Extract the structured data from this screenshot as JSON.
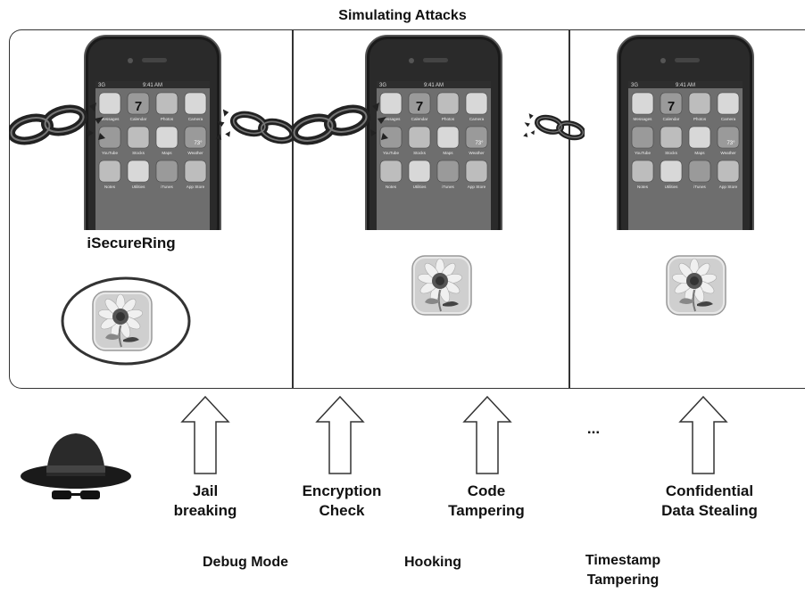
{
  "title": "Simulating Attacks",
  "panel1": {
    "app_label": "iSecureRing"
  },
  "attacks_top": {
    "jailbreaking": "Jail\nbreaking",
    "encryption": "Encryption\nCheck",
    "code_tampering": "Code\nTampering",
    "ellipsis": "...",
    "confidential": "Confidential\nData Stealing"
  },
  "attacks_bottom": {
    "debug_mode": "Debug Mode",
    "hooking": "Hooking",
    "timestamp": "Timestamp\nTampering"
  },
  "phone": {
    "status_left": "3G",
    "status_time": "9:41 AM",
    "calendar_day": "7",
    "weather_temp": "73°",
    "app_names": [
      "Messages",
      "Calendar",
      "Photos",
      "Camera",
      "YouTube",
      "Stocks",
      "Maps",
      "Weather",
      "Notes",
      "Utilities",
      "iTunes",
      "App Store"
    ]
  },
  "colors": {
    "frame": "#333333",
    "phone_body": "#1a1a1a",
    "screen": "#6e6e6e"
  }
}
